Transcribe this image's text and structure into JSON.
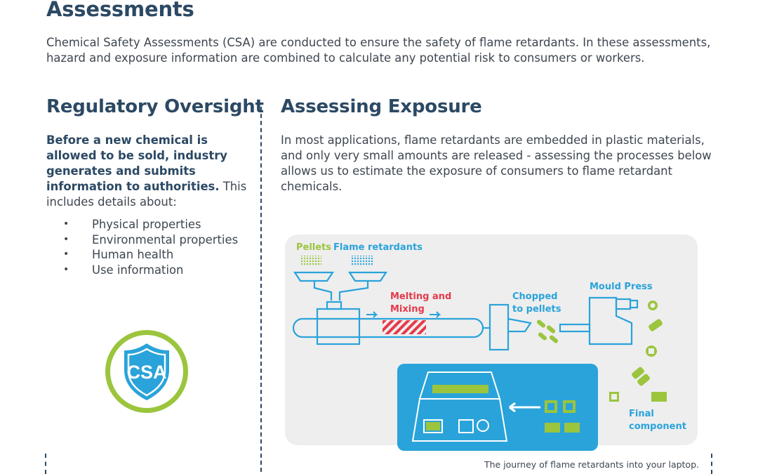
{
  "page": {
    "title": "Assessments",
    "intro": "Chemical Safety Assessments (CSA) are conducted to ensure the safety of flame retardants. In these assessments, hazard and exposure information are combined to calculate any potential risk to consumers or workers."
  },
  "regulatory": {
    "heading": "Regulatory Oversight",
    "lead_bold": "Before a new chemical is allowed to be sold, industry generates and submits information to authorities.",
    "lead_rest": " This includes details about:",
    "items": [
      "Physical properties",
      "Environmental properties",
      "Human health",
      "Use information"
    ],
    "badge_text": "CSA"
  },
  "exposure": {
    "heading": "Assessing Exposure",
    "body": "In most applications, flame retardants are embedded in plastic materials, and only very small amounts are released - assessing the processes below allows us to estimate the exposure of consumers to flame retardant chemicals.",
    "diagram": {
      "pellets": "Pellets",
      "flame_retardants": "Flame retardants",
      "melting_1": "Melting and",
      "melting_2": "Mixing",
      "chopped_1": "Chopped",
      "chopped_2": "to pellets",
      "mould_press": "Mould Press",
      "final_1": "Final",
      "final_2": "component"
    },
    "caption": "The journey of flame retardants into your laptop."
  },
  "colors": {
    "navy": "#2c4964",
    "accent_blue": "#2aa3da",
    "green": "#9bc53d",
    "red": "#e5394a",
    "panel_bg": "#eeeeef"
  }
}
